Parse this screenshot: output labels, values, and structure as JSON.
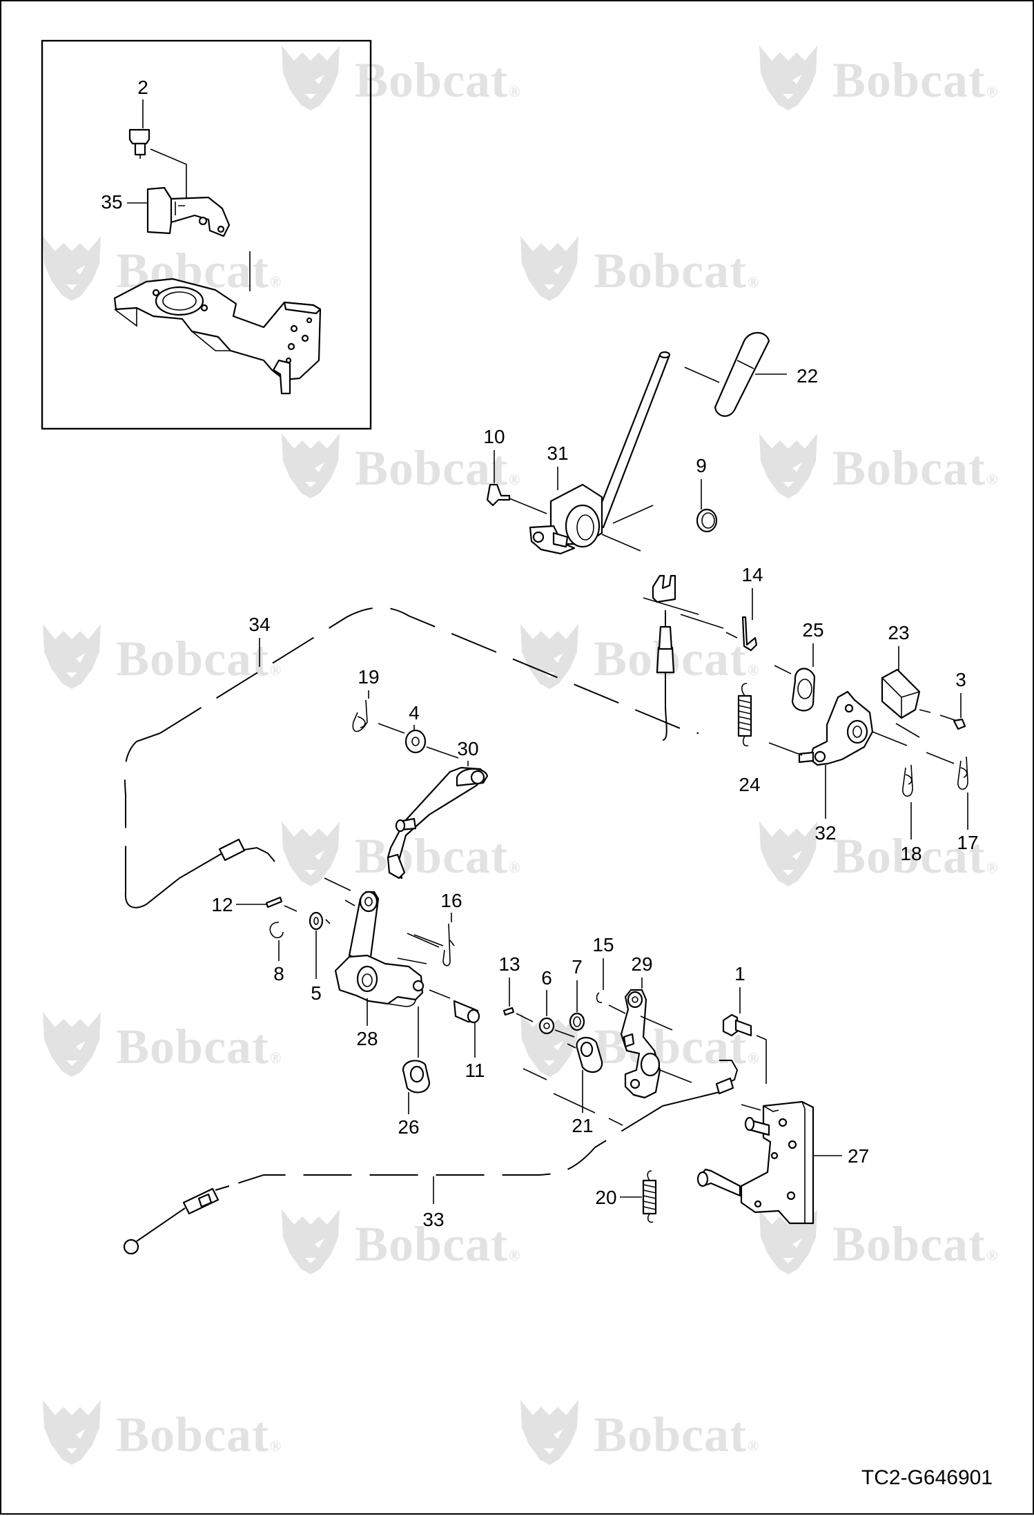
{
  "watermark": {
    "brand": "Bobcat",
    "mark": "®"
  },
  "document_code": "TC2-G646901",
  "callouts": [
    "1",
    "2",
    "3",
    "4",
    "5",
    "6",
    "7",
    "8",
    "9",
    "10",
    "11",
    "12",
    "13",
    "14",
    "15",
    "16",
    "17",
    "18",
    "19",
    "20",
    "21",
    "22",
    "23",
    "24",
    "25",
    "26",
    "27",
    "28",
    "29",
    "30",
    "31",
    "32",
    "33",
    "34",
    "35"
  ]
}
